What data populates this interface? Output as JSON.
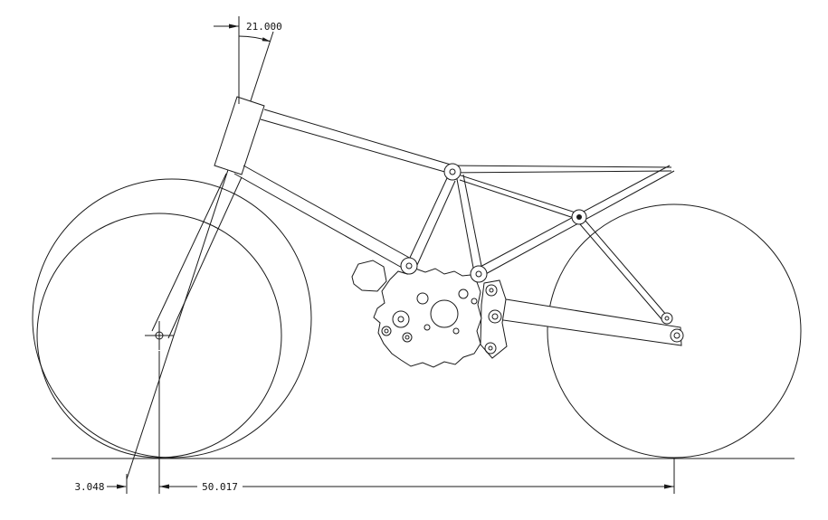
{
  "dimensions": {
    "rake_angle": "21.000",
    "trail": "3.048",
    "wheelbase": "50.017"
  },
  "colors": {
    "line": "#1a1a1a",
    "background": "#ffffff"
  }
}
